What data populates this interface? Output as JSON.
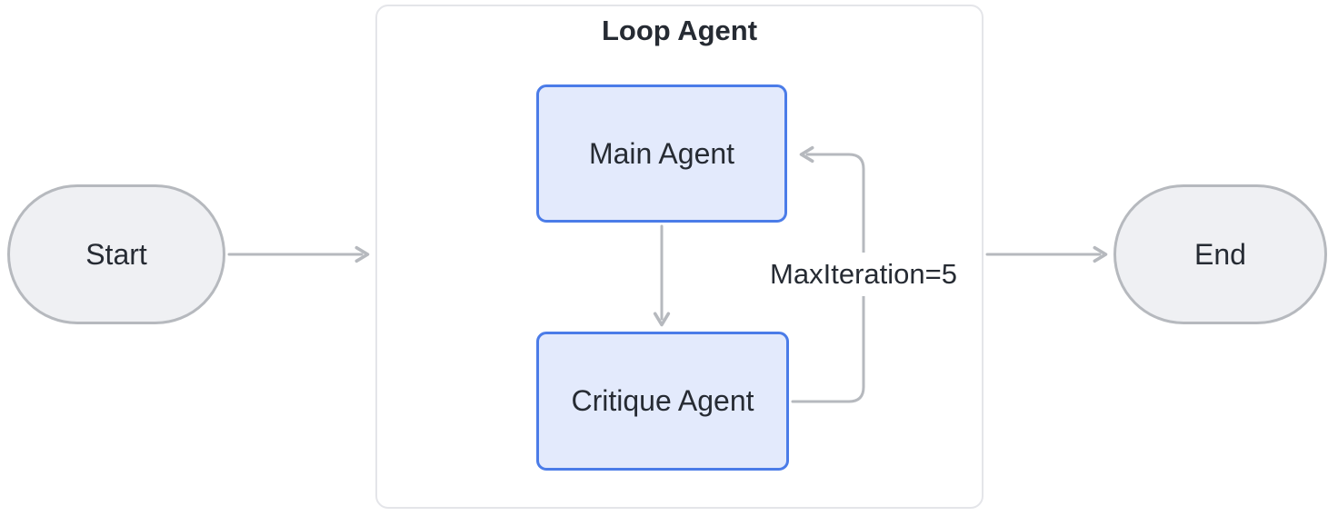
{
  "diagram": {
    "title": "Loop Agent",
    "nodes": {
      "start": {
        "label": "Start",
        "shape": "stadium"
      },
      "main_agent": {
        "label": "Main Agent",
        "shape": "rounded-rect"
      },
      "critique_agent": {
        "label": "Critique Agent",
        "shape": "rounded-rect"
      },
      "end": {
        "label": "End",
        "shape": "stadium"
      }
    },
    "edges": {
      "start_to_loop": "Start -> Loop Agent",
      "main_to_critique": "Main Agent -> Critique Agent",
      "critique_to_main_loop": "Critique Agent -> Main Agent",
      "loop_to_end": "Loop Agent -> End",
      "loop_label": "MaxIteration=5"
    }
  },
  "colors": {
    "agent_fill": "#e3eafc",
    "agent_border": "#4b7ce8",
    "terminal_fill": "#eff0f3",
    "terminal_border": "#b6b9be",
    "arrow": "#b6b9be",
    "container_border": "#e4e5e9",
    "text": "#262b33",
    "bg": "#ffffff"
  }
}
